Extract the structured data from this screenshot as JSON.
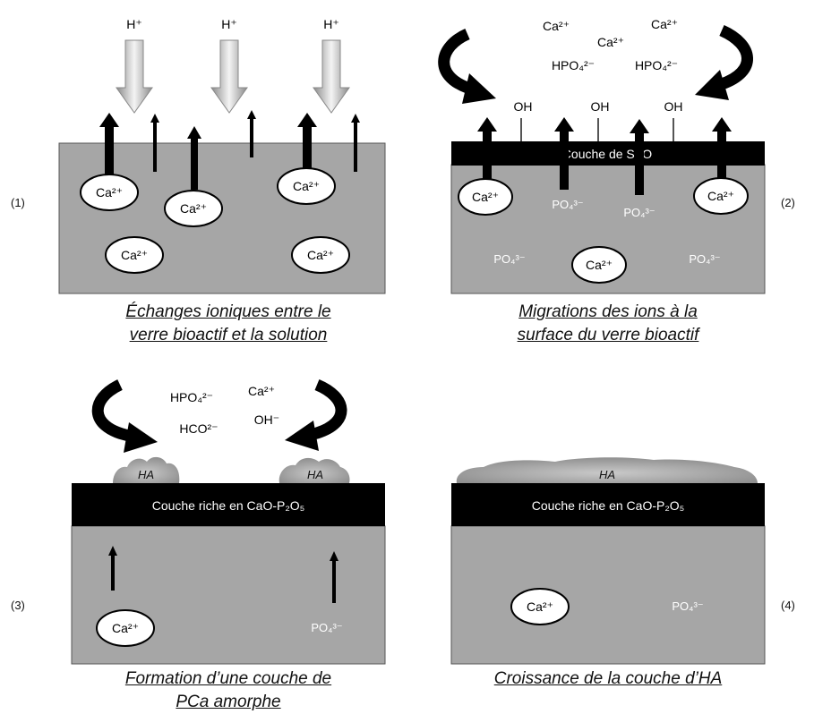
{
  "colors": {
    "substrate": "#a6a6a6",
    "layer": "#000000",
    "ion_white": "#ffffff",
    "text": "#111111"
  },
  "panels": {
    "p1": {
      "number": "(1)",
      "h_ions": [
        "H⁺",
        "H⁺",
        "H⁺"
      ],
      "ca_ions": [
        "Ca²⁺",
        "Ca²⁺",
        "Ca²⁺",
        "Ca²⁺",
        "Ca²⁺"
      ],
      "caption_line1": "Échanges ioniques entre le",
      "caption_line2": "verre bioactif et la solution"
    },
    "p2": {
      "number": "(2)",
      "layer_label": "Couche de Si₂O",
      "oh_labels": [
        "OH",
        "OH",
        "OH"
      ],
      "solution_ions": [
        "Ca²⁺",
        "Ca²⁺",
        "Ca²⁺",
        "HPO₄²⁻",
        "HPO₄²⁻"
      ],
      "ca_ions": [
        "Ca²⁺",
        "Ca²⁺",
        "Ca²⁺"
      ],
      "po4_labels": [
        "PO₄³⁻",
        "PO₄³⁻",
        "PO₄³⁻",
        "PO₄³⁻"
      ],
      "caption_line1": "Migrations des ions à la",
      "caption_line2": "surface du verre bioactif"
    },
    "p3": {
      "number": "(3)",
      "layer_label": "Couche riche  en CaO-P₂O₅",
      "solution_ions": [
        "HPO₄²⁻",
        "Ca²⁺",
        "HCO²⁻",
        "OH⁻"
      ],
      "ha_labels": [
        "HA",
        "HA"
      ],
      "ca_ion": "Ca²⁺",
      "po4_label": "PO₄³⁻",
      "caption_line1": "Formation d’une couche de",
      "caption_line2": "PCa amorphe"
    },
    "p4": {
      "number": "(4)",
      "layer_label": "Couche riche  en CaO-P₂O₅",
      "ha_label": "HA",
      "ca_ion": "Ca²⁺",
      "po4_label": "PO₄³⁻",
      "caption_line1": "Croissance de la couche d’HA",
      "caption_line2": ""
    }
  }
}
